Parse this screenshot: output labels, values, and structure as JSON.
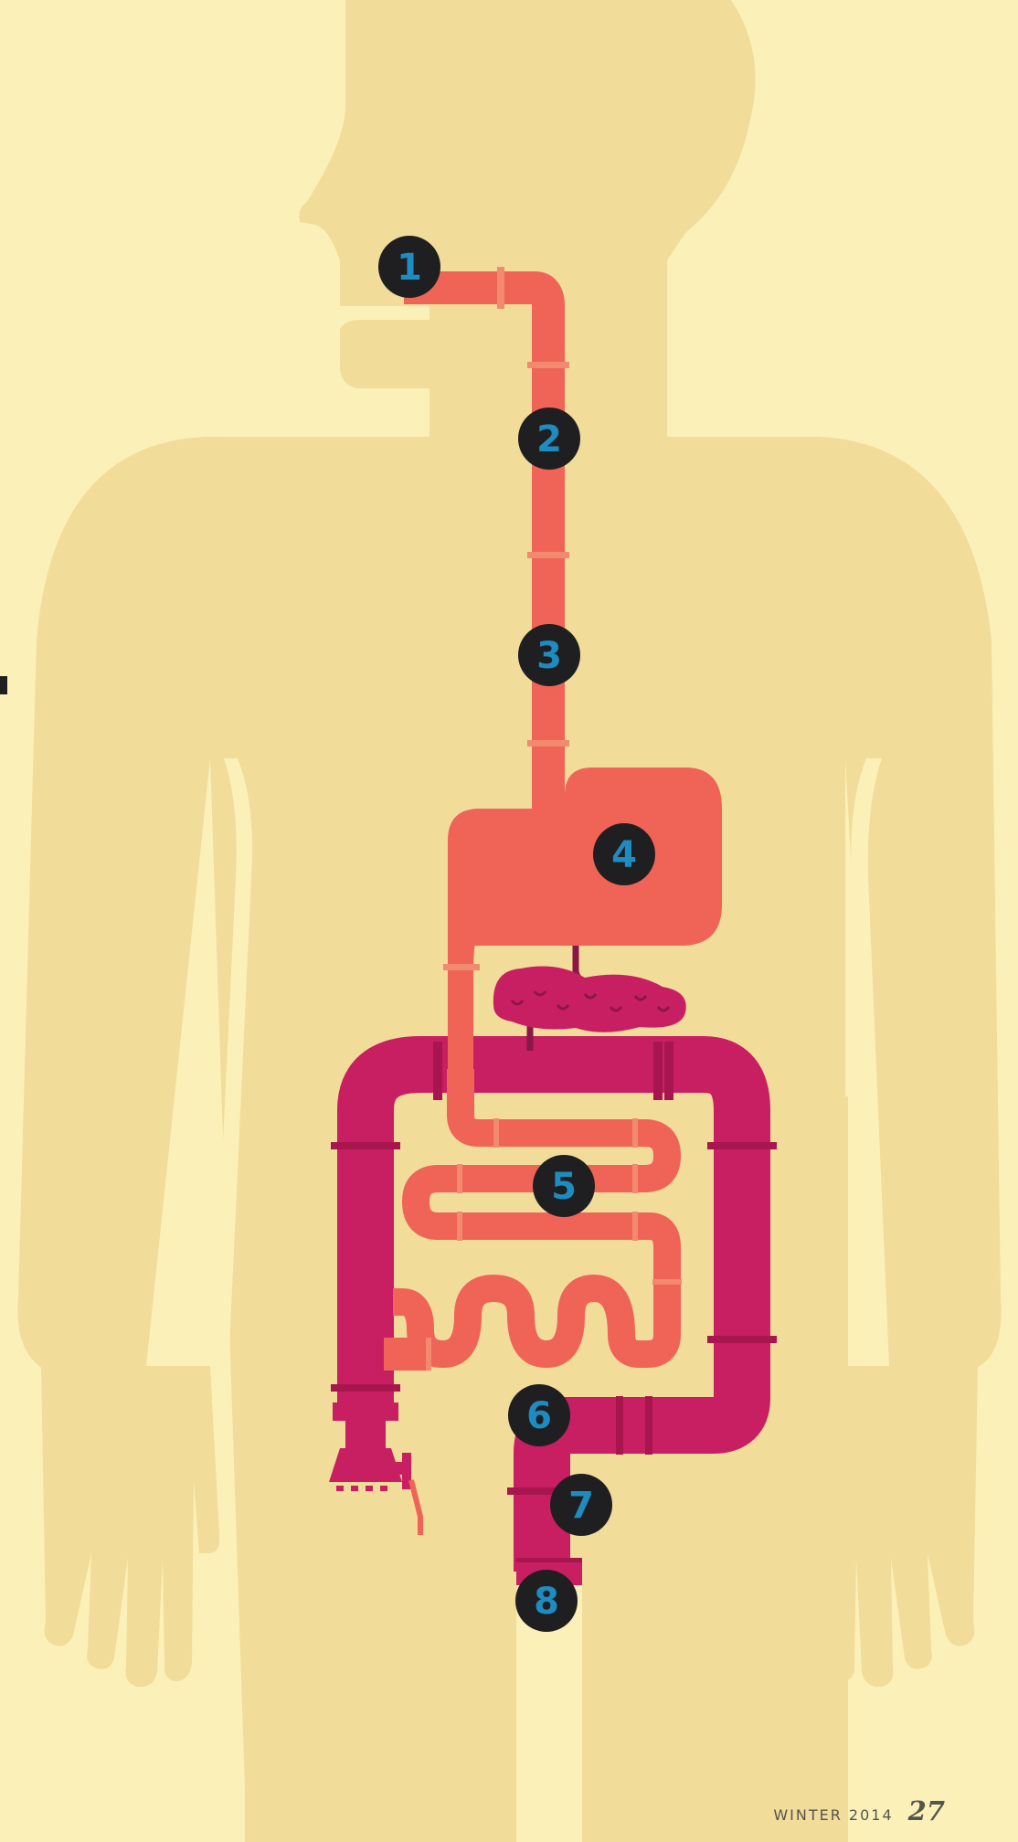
{
  "diagram": {
    "markers": [
      "1",
      "2",
      "3",
      "4",
      "5",
      "6",
      "7",
      "8"
    ]
  },
  "footer": {
    "season": "WINTER 2014",
    "page_number": "27"
  },
  "colors": {
    "background": "#fbf1b8",
    "body_silhouette": "#f1dc9a",
    "upper_tract": "#ef6457",
    "large_intestine": "#c81e62",
    "marker_fill": "#1f1f21",
    "marker_number": "#1e8cc0"
  },
  "icons": [
    "showerhead-icon",
    "pancreas-icon"
  ]
}
